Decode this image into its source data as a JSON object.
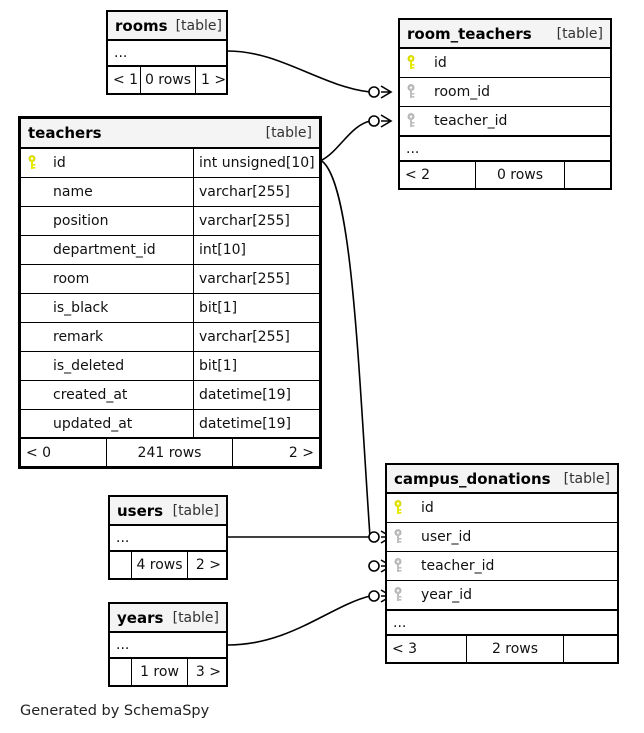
{
  "diagram": {
    "credit": "Generated by SchemaSpy",
    "table_tag": "[table]",
    "ellipsis": "...",
    "colors": {
      "primary_key": "#e8e800",
      "foreign_key": "#bfbfbf",
      "header_background": "#f4f4f4",
      "border": "#000000",
      "background": "#ffffff"
    }
  },
  "tables": [
    {
      "id": "rooms",
      "name": "rooms",
      "tag": "[table]",
      "columns": [],
      "has_ellipsis": true,
      "ellipsis": "...",
      "footer": [
        "< 1",
        "0 rows",
        "1 >"
      ]
    },
    {
      "id": "room_teachers",
      "name": "room_teachers",
      "tag": "[table]",
      "columns": [
        {
          "name": "id",
          "type": "",
          "key": "primary"
        },
        {
          "name": "room_id",
          "type": "",
          "key": "foreign"
        },
        {
          "name": "teacher_id",
          "type": "",
          "key": "foreign"
        }
      ],
      "has_ellipsis": true,
      "ellipsis": "...",
      "footer": [
        "< 2",
        "0 rows",
        ""
      ]
    },
    {
      "id": "teachers",
      "name": "teachers",
      "tag": "[table]",
      "columns": [
        {
          "name": "id",
          "type": "int unsigned[10]",
          "key": "primary"
        },
        {
          "name": "name",
          "type": "varchar[255]",
          "key": "none"
        },
        {
          "name": "position",
          "type": "varchar[255]",
          "key": "none"
        },
        {
          "name": "department_id",
          "type": "int[10]",
          "key": "none"
        },
        {
          "name": "room",
          "type": "varchar[255]",
          "key": "none"
        },
        {
          "name": "is_black",
          "type": "bit[1]",
          "key": "none"
        },
        {
          "name": "remark",
          "type": "varchar[255]",
          "key": "none"
        },
        {
          "name": "is_deleted",
          "type": "bit[1]",
          "key": "none"
        },
        {
          "name": "created_at",
          "type": "datetime[19]",
          "key": "none"
        },
        {
          "name": "updated_at",
          "type": "datetime[19]",
          "key": "none"
        }
      ],
      "has_ellipsis": false,
      "footer": [
        "< 0",
        "241 rows",
        "2 >"
      ]
    },
    {
      "id": "campus_donations",
      "name": "campus_donations",
      "tag": "[table]",
      "columns": [
        {
          "name": "id",
          "type": "",
          "key": "primary"
        },
        {
          "name": "user_id",
          "type": "",
          "key": "foreign"
        },
        {
          "name": "teacher_id",
          "type": "",
          "key": "foreign"
        },
        {
          "name": "year_id",
          "type": "",
          "key": "foreign"
        }
      ],
      "has_ellipsis": true,
      "ellipsis": "...",
      "footer": [
        "< 3",
        "2 rows",
        ""
      ]
    },
    {
      "id": "users",
      "name": "users",
      "tag": "[table]",
      "columns": [],
      "has_ellipsis": true,
      "ellipsis": "...",
      "footer": [
        "",
        "4 rows",
        "2 >"
      ]
    },
    {
      "id": "years",
      "name": "years",
      "tag": "[table]",
      "columns": [],
      "has_ellipsis": true,
      "ellipsis": "...",
      "footer": [
        "",
        "1 row",
        "3 >"
      ]
    }
  ],
  "relationships": [
    {
      "from": "rooms",
      "to": "room_teachers.room_id"
    },
    {
      "from": "teachers.id",
      "to": "room_teachers.teacher_id"
    },
    {
      "from": "teachers.id",
      "to": "campus_donations.teacher_id"
    },
    {
      "from": "users",
      "to": "campus_donations.user_id"
    },
    {
      "from": "years",
      "to": "campus_donations.year_id"
    }
  ]
}
